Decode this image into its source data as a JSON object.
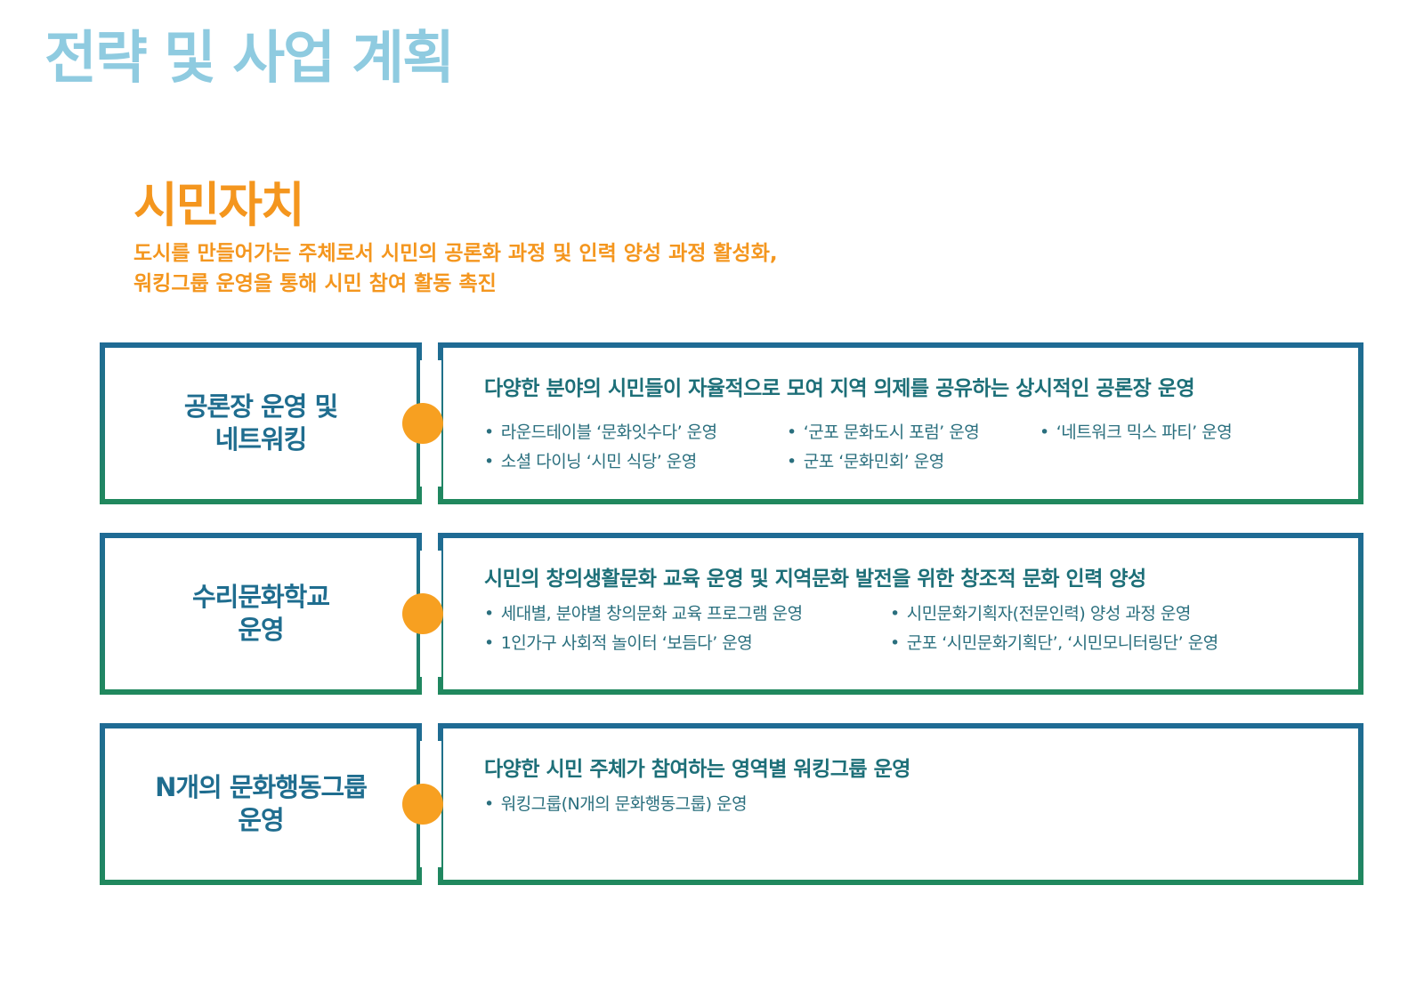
{
  "page": {
    "title": "전략 및 사업 계획"
  },
  "section": {
    "title": "시민자치",
    "subtitle_lines": [
      "도시를 만들어가는 주체로서 시민의 공론화 과정 및 인력 양성 과정 활성화,",
      "워킹그룹 운영을 통해 시민 참여 활동 촉진"
    ]
  },
  "rows": [
    {
      "label_lines": [
        "공론장 운영 및",
        "네트워킹"
      ],
      "heading": "다양한 분야의 시민들이 자율적으로 모여 지역 의제를 공유하는 상시적인 공론장 운영",
      "bullets": [
        "라운드테이블 ‘문화잇수다’ 운영",
        "‘군포 문화도시 포럼’ 운영",
        "‘네트워크 믹스 파티’ 운영",
        "소셜 다이닝 ‘시민 식당’ 운영",
        "군포 ‘문화민회’ 운영"
      ]
    },
    {
      "label_lines": [
        "수리문화학교",
        "운영"
      ],
      "heading": "시민의 창의생활문화 교육 운영 및 지역문화 발전을 위한 창조적 문화 인력 양성",
      "bullets": [
        "세대별, 분야별 창의문화 교육 프로그램 운영",
        "시민문화기획자(전문인력) 양성 과정 운영",
        "1인가구 사회적 놀이터 ‘보듬다’ 운영",
        "군포 ‘시민문화기획단’, ‘시민모니터링단’ 운영"
      ]
    },
    {
      "label_lines": [
        "N개의 문화행동그룹",
        "운영"
      ],
      "heading": "다양한 시민 주체가 참여하는 영역별 워킹그룹 운영",
      "bullets": [
        "워킹그룹(N개의 문화행동그룹) 운영"
      ]
    }
  ],
  "colors": {
    "page_title": "#8fcbe0",
    "accent_orange": "#f4961e",
    "connector_dot": "#f7a021",
    "box_border_top": "#1f6b94",
    "box_border_bottom": "#20885e",
    "label_text": "#1f6d8f",
    "content_text": "#1d6f78"
  }
}
